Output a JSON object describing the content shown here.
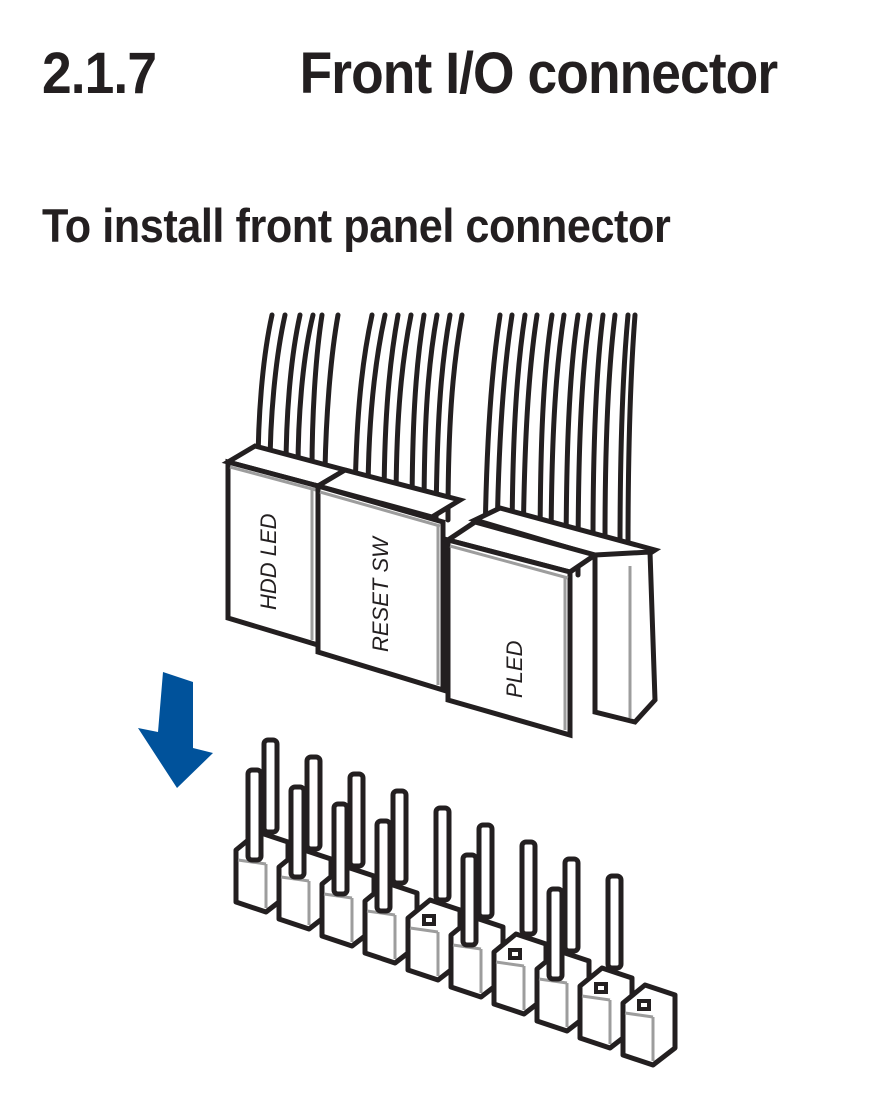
{
  "section": {
    "number": "2.1.7",
    "title": "Front I/O connector"
  },
  "subheading": "To install front panel connector",
  "figure": {
    "connectors": [
      {
        "label": "HDD LED"
      },
      {
        "label": "RESET SW"
      },
      {
        "label": "PLED"
      }
    ],
    "arrow_color": "#00529b",
    "direction_icon": "arrow-down-icon"
  }
}
